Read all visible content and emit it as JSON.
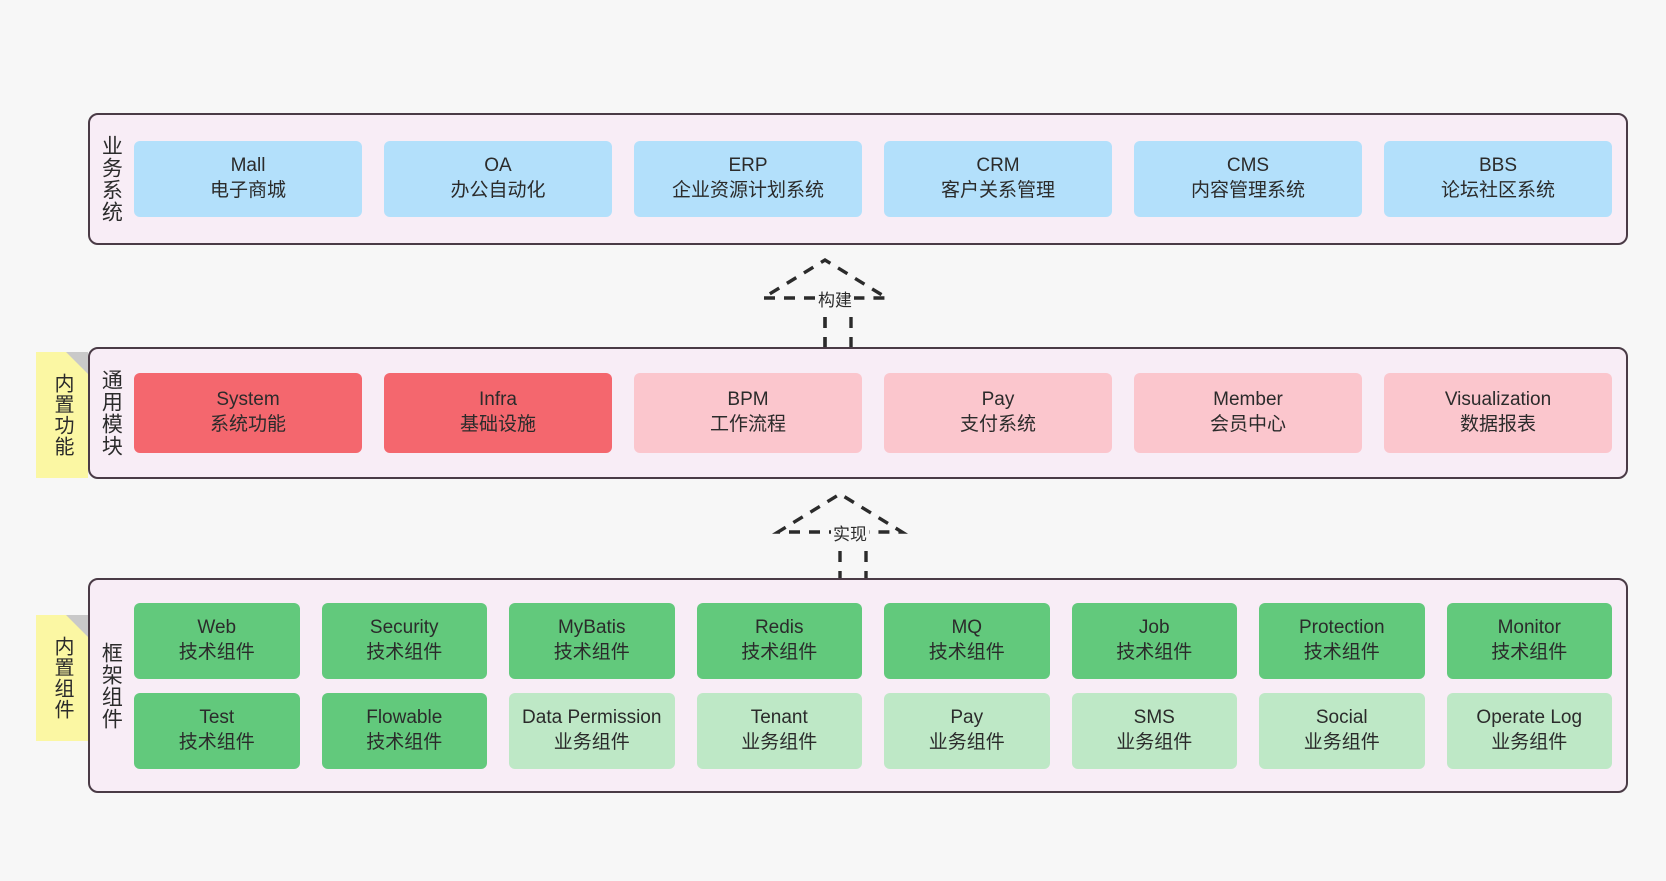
{
  "diagram": {
    "title": "",
    "colors": {
      "canvas": "#F7F7F7",
      "panel_bg": "#F8EDF6",
      "panel_border": "#4A3B46",
      "business": "#B3E0FB",
      "module_strong": "#F4676E",
      "module_light": "#FBC6CD",
      "tech_component": "#62C97C",
      "biz_component": "#BEE8C6",
      "sticky_note": "#FBF7A3",
      "sticky_fold": "#C9C9C9"
    },
    "layers": [
      {
        "id": "business-system",
        "title": "业务系统",
        "note": null,
        "rows": [
          {
            "cards": [
              {
                "name": "Mall",
                "sub": "电子商城"
              },
              {
                "name": "OA",
                "sub": "办公自动化"
              },
              {
                "name": "ERP",
                "sub": "企业资源计划系统"
              },
              {
                "name": "CRM",
                "sub": "客户关系管理"
              },
              {
                "name": "CMS",
                "sub": "内容管理系统"
              },
              {
                "name": "BBS",
                "sub": "论坛社区系统"
              }
            ]
          }
        ]
      },
      {
        "id": "common-module",
        "title": "通用模块",
        "note": "内置功能",
        "rows": [
          {
            "cards": [
              {
                "name": "System",
                "sub": "系统功能"
              },
              {
                "name": "Infra",
                "sub": "基础设施"
              },
              {
                "name": "BPM",
                "sub": "工作流程"
              },
              {
                "name": "Pay",
                "sub": "支付系统"
              },
              {
                "name": "Member",
                "sub": "会员中心"
              },
              {
                "name": "Visualization",
                "sub": "数据报表"
              }
            ]
          }
        ]
      },
      {
        "id": "framework-component",
        "title": "框架组件",
        "note": "内置组件",
        "rows": [
          {
            "cards": [
              {
                "name": "Web",
                "sub": "技术组件"
              },
              {
                "name": "Security",
                "sub": "技术组件"
              },
              {
                "name": "MyBatis",
                "sub": "技术组件"
              },
              {
                "name": "Redis",
                "sub": "技术组件"
              },
              {
                "name": "MQ",
                "sub": "技术组件"
              },
              {
                "name": "Job",
                "sub": "技术组件"
              },
              {
                "name": "Protection",
                "sub": "技术组件"
              },
              {
                "name": "Monitor",
                "sub": "技术组件"
              }
            ]
          },
          {
            "cards": [
              {
                "name": "Test",
                "sub": "技术组件"
              },
              {
                "name": "Flowable",
                "sub": "技术组件"
              },
              {
                "name": "Data Permission",
                "sub": "业务组件"
              },
              {
                "name": "Tenant",
                "sub": "业务组件"
              },
              {
                "name": "Pay",
                "sub": "业务组件"
              },
              {
                "name": "SMS",
                "sub": "业务组件"
              },
              {
                "name": "Social",
                "sub": "业务组件"
              },
              {
                "name": "Operate Log",
                "sub": "业务组件"
              }
            ]
          }
        ]
      }
    ],
    "connectors": [
      {
        "id": "build",
        "label": "构建",
        "arrow": "hollow-triangle-dashed"
      },
      {
        "id": "implement",
        "label": "实现",
        "arrow": "hollow-triangle-dashed"
      }
    ]
  }
}
